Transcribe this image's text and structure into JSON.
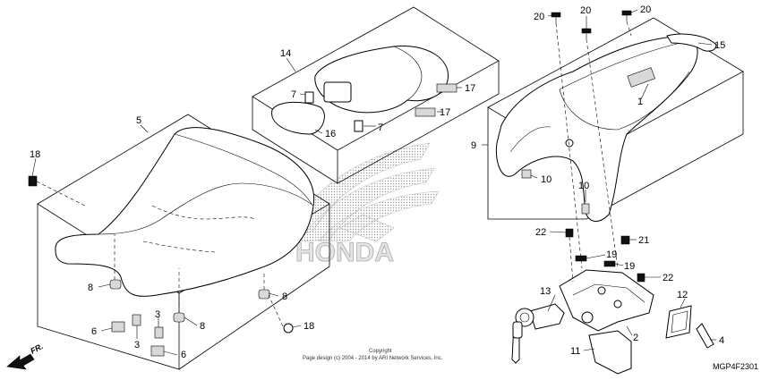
{
  "diagram": {
    "code": "MGP4F2301",
    "front_label": "FR.",
    "watermark_text": "HONDA",
    "copyright_line1": "Copyright",
    "copyright_line2": "Page design (c) 2004 - 2014 by ARI Network Services, Inc.",
    "callouts": {
      "p1": "1",
      "p2": "2",
      "p3a": "3",
      "p3b": "3",
      "p4": "4",
      "p5": "5",
      "p6a": "6",
      "p6b": "6",
      "p7a": "7",
      "p7b": "7",
      "p8a": "8",
      "p8b": "8",
      "p8c": "8",
      "p9": "9",
      "p10a": "10",
      "p10b": "10",
      "p11": "11",
      "p12": "12",
      "p13": "13",
      "p14": "14",
      "p15": "15",
      "p16": "16",
      "p17a": "17",
      "p17b": "17",
      "p18a": "18",
      "p18b": "18",
      "p19a": "19",
      "p19b": "19",
      "p20a": "20",
      "p20b": "20",
      "p20c": "20",
      "p21": "21",
      "p22a": "22",
      "p22b": "22"
    }
  }
}
